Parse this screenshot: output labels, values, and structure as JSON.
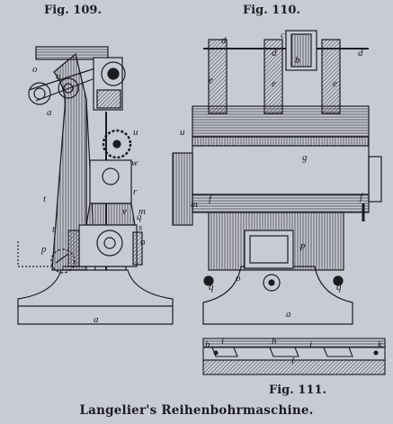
{
  "captions": {
    "fig109": "Fig. 109.",
    "fig110": "Fig. 110.",
    "fig111": "Fig. 111."
  },
  "title": "Langelier's Reihenbohrmaschine.",
  "letters": {
    "fig109": [
      "o",
      "o",
      "a",
      "u",
      "t",
      "w",
      "t",
      "r",
      "v",
      "q",
      "s",
      "n",
      "m",
      "p",
      "a"
    ],
    "fig110": [
      "c",
      "d",
      "d",
      "d",
      "b",
      "e",
      "e",
      "e",
      "g",
      "u",
      "m",
      "f",
      "f",
      "p",
      "q",
      "o",
      "q",
      "a"
    ],
    "fig111": [
      "h",
      "i",
      "h",
      "i",
      "k",
      "l"
    ]
  },
  "colors": {
    "paper": "#c9cbd4",
    "ink": "#1c1c22",
    "ghost_text": "#b3b5be"
  }
}
